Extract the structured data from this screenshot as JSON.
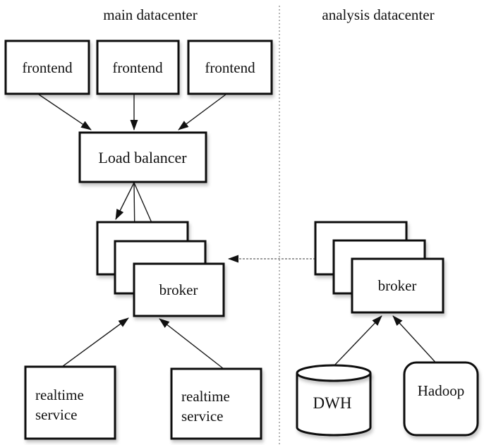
{
  "zones": {
    "main": "main datacenter",
    "analysis": "analysis datacenter"
  },
  "nodes": {
    "frontends": [
      "frontend",
      "frontend",
      "frontend"
    ],
    "load_balancer": "Load balancer",
    "main_broker": "broker",
    "analysis_broker": "broker",
    "realtime_services": [
      {
        "lines": [
          "realtime",
          "service"
        ]
      },
      {
        "lines": [
          "realtime",
          "service"
        ]
      }
    ],
    "dwh": "DWH",
    "hadoop": "Hadoop"
  },
  "colors": {
    "background": "#ffffff",
    "box_fill": "#ffffff",
    "box_border": "#111111",
    "line": "#1a1a1a",
    "dashed_link": "#7d7d7d",
    "separator": "#9b9b9b",
    "text": "#111111"
  }
}
